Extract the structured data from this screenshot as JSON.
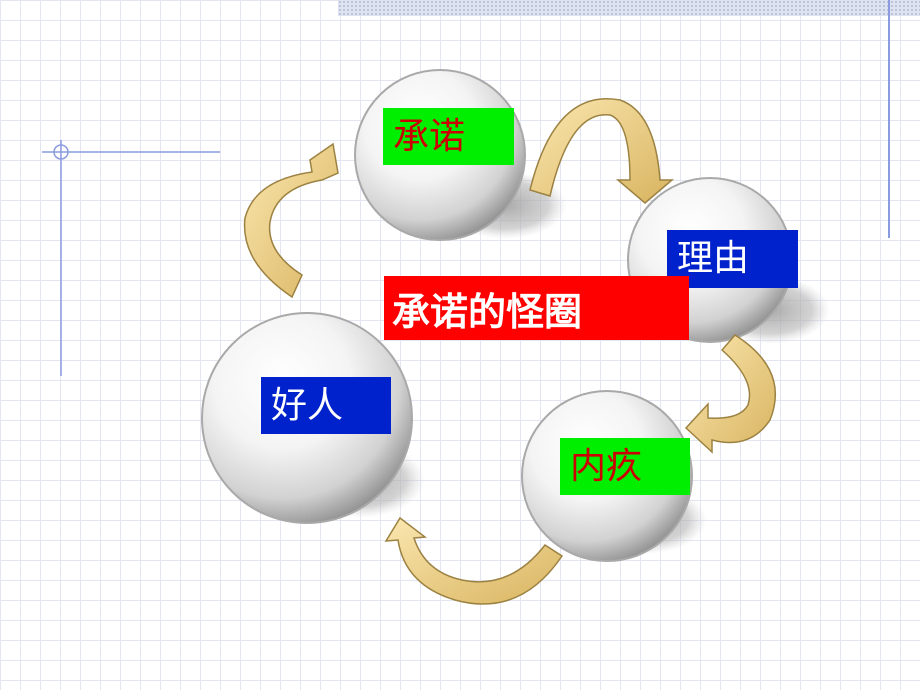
{
  "title": "承诺的怪圈",
  "nodes": [
    {
      "id": "promise",
      "label": "承诺"
    },
    {
      "id": "reason",
      "label": "理由"
    },
    {
      "id": "guilt",
      "label": "内疚"
    },
    {
      "id": "good_person",
      "label": "好人"
    }
  ],
  "colors": {
    "green_box": "#00ee00",
    "blue_box": "#0022cc",
    "title_box": "#ff0000",
    "arrow_fill": "#f2d48a",
    "arrow_stroke": "#9c8242",
    "accent_line": "#8a9be0"
  }
}
